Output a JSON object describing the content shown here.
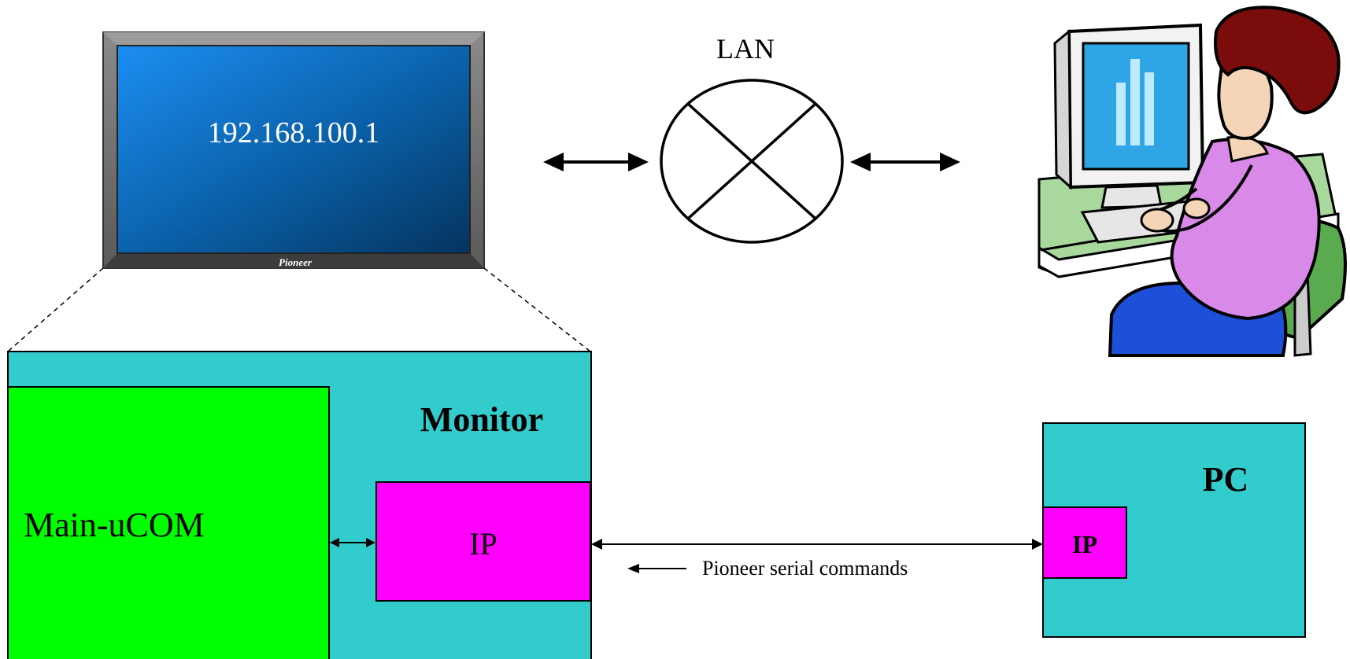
{
  "display_unit": {
    "ip_address": "192.168.100.1",
    "brand": "Pioneer"
  },
  "network": {
    "label": "LAN"
  },
  "monitor_block": {
    "title": "Monitor",
    "main_ucom_label": "Main-uCOM",
    "ip_label": "IP"
  },
  "pc_block": {
    "title": "PC",
    "ip_label": "IP"
  },
  "connection": {
    "label": "Pioneer serial commands"
  },
  "colors": {
    "monitor_fill": "#33CCCC",
    "main_ucom_fill": "#00FF00",
    "ip_fill": "#FF00FF",
    "screen_light": "#1E90FF",
    "screen_dark": "#04315C",
    "bezel": "#707070"
  }
}
